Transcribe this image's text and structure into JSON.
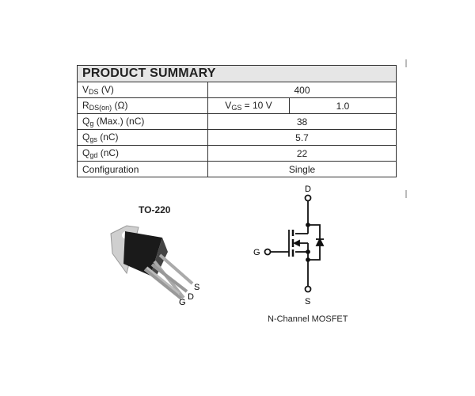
{
  "table": {
    "title": "PRODUCT SUMMARY",
    "rows": [
      {
        "param": "V",
        "sub": "DS",
        "unit": " (V)",
        "value": "400"
      },
      {
        "param": "R",
        "sub": "DS(on)",
        "unit": " (Ω)",
        "cond_param": "V",
        "cond_sub": "GS",
        "cond_value": " = 10 V",
        "value": "1.0"
      },
      {
        "param": "Q",
        "sub": "g",
        "unit": " (Max.) (nC)",
        "value": "38"
      },
      {
        "param": "Q",
        "sub": "gs",
        "unit": " (nC)",
        "value": "5.7"
      },
      {
        "param": "Q",
        "sub": "gd",
        "unit": " (nC)",
        "value": "22"
      },
      {
        "param": "Configuration",
        "value": "Single"
      }
    ]
  },
  "package": {
    "label": "TO-220",
    "pins": [
      "G",
      "D",
      "S"
    ]
  },
  "schematic": {
    "drain": "D",
    "gate": "G",
    "source": "S",
    "caption": "N-Channel MOSFET"
  }
}
